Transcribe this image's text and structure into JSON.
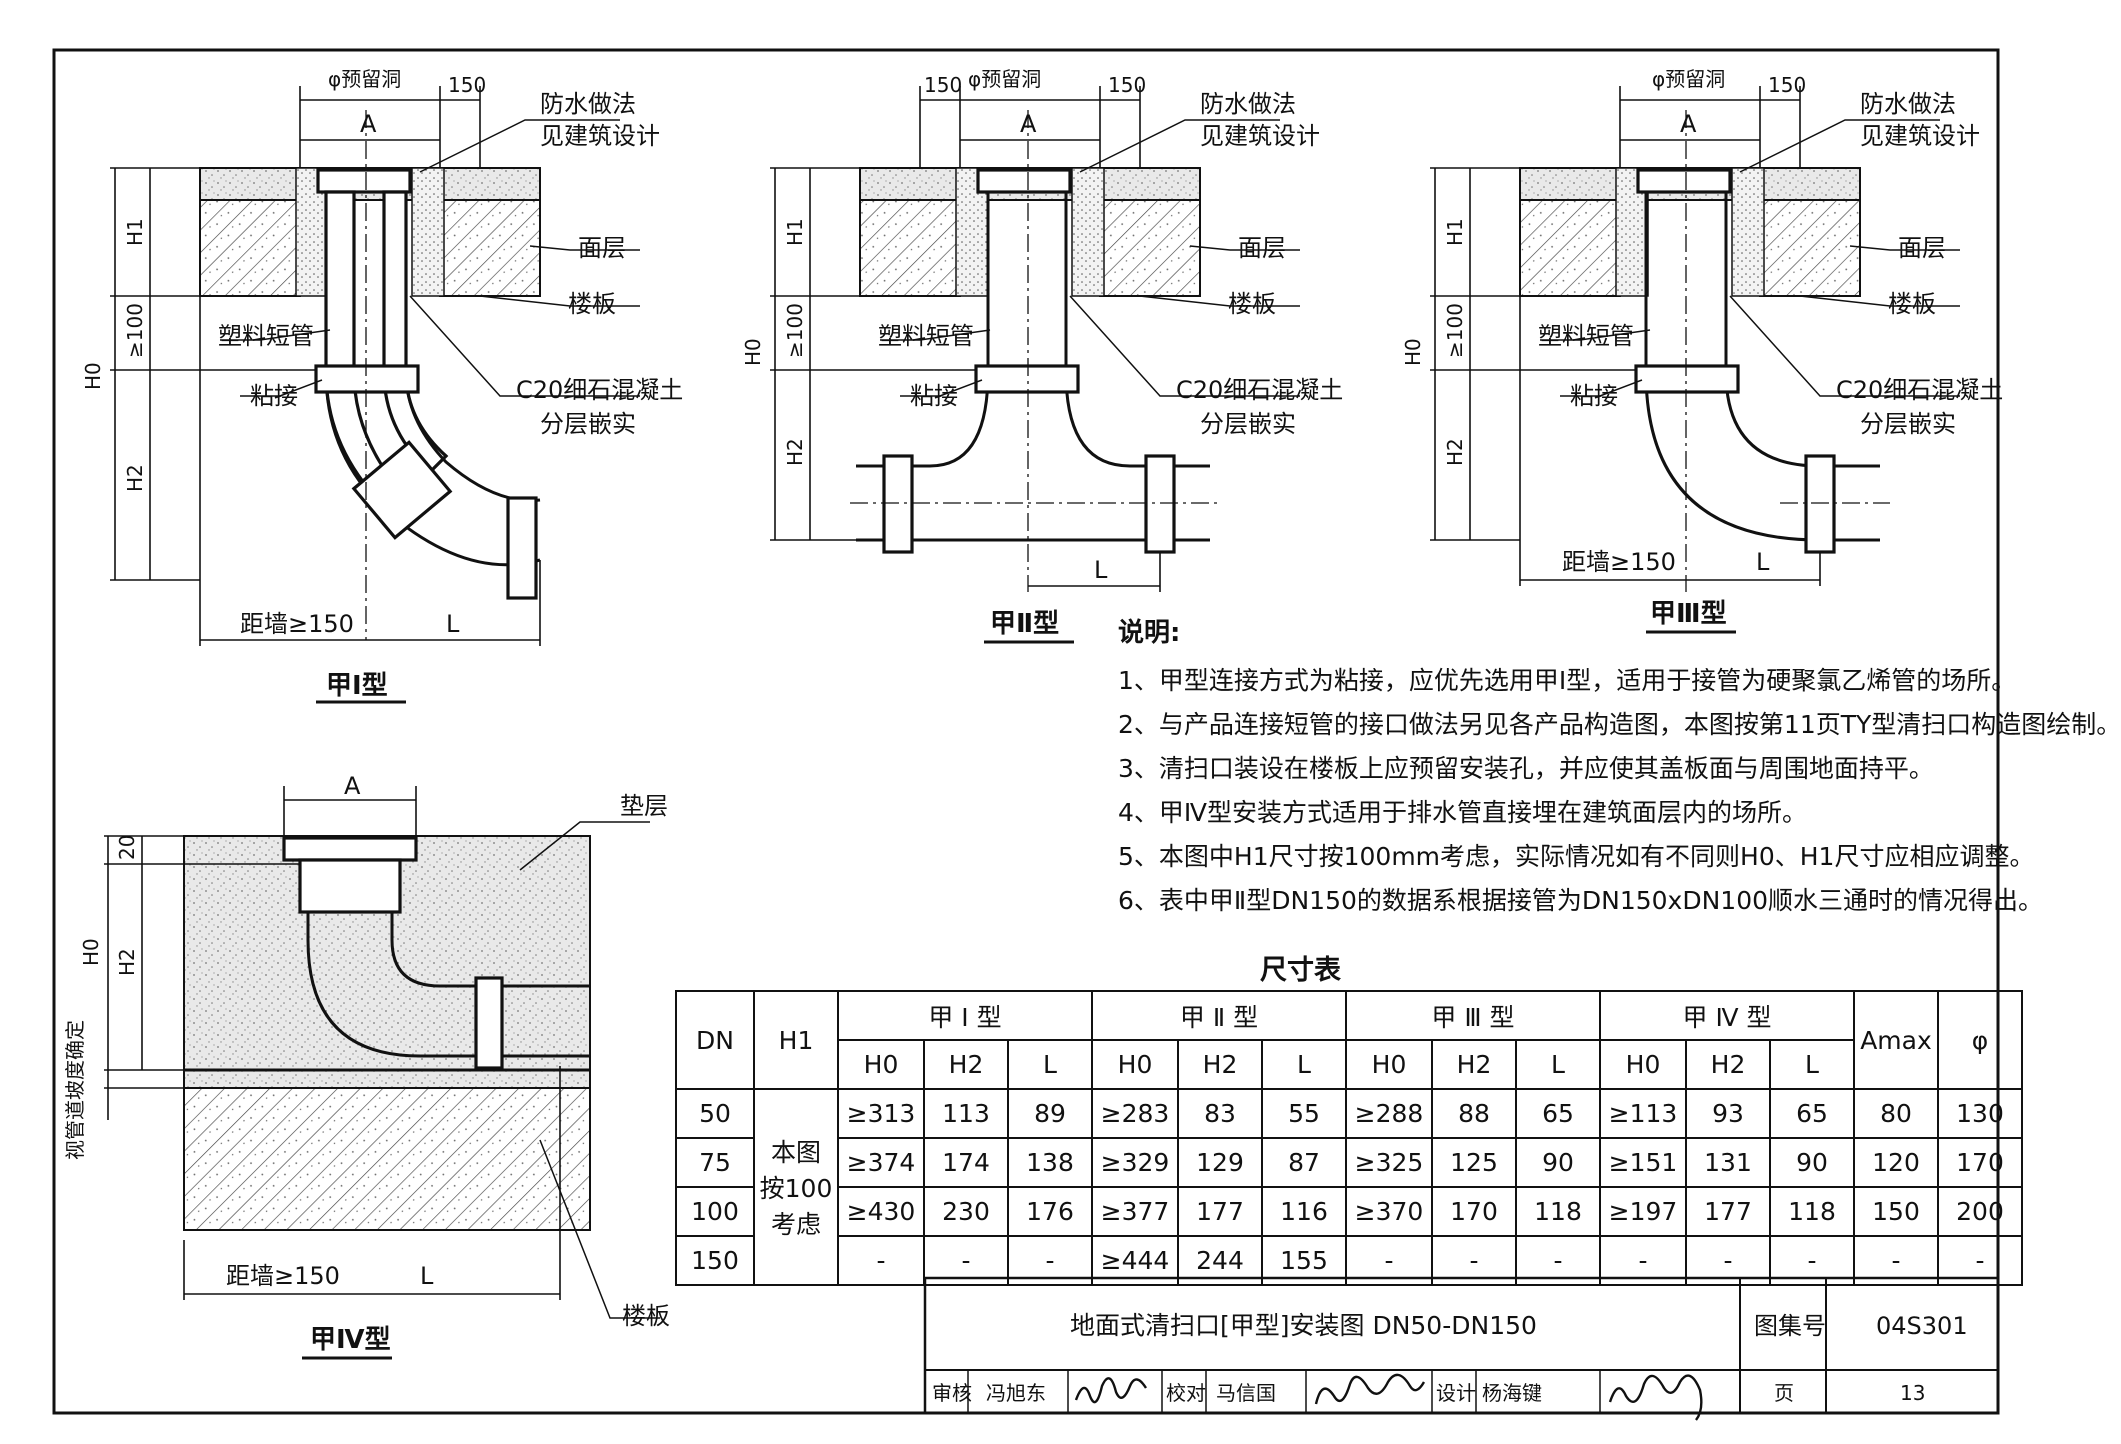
{
  "figures": {
    "type1": {
      "caption": "甲Ⅰ型",
      "labels": {
        "hole": "φ预留洞",
        "a": "A",
        "d150": "150",
        "waterproof_1": "防水做法",
        "waterproof_2": "见建筑设计",
        "surface": "面层",
        "slab": "楼板",
        "stub": "塑料短管",
        "bond": "粘接",
        "fill_1": "C20细石混凝土",
        "fill_2": "分层嵌实",
        "h0": "H0",
        "h1": "H1",
        "h2": "H2",
        "ge100": "≥100",
        "wall": "距墙≥150",
        "l": "L"
      }
    },
    "type2": {
      "caption": "甲Ⅱ型",
      "labels": {
        "d150a": "150",
        "hole": "φ预留洞",
        "d150b": "150",
        "a": "A",
        "waterproof_1": "防水做法",
        "waterproof_2": "见建筑设计",
        "surface": "面层",
        "slab": "楼板",
        "stub": "塑料短管",
        "bond": "粘接",
        "fill_1": "C20细石混凝土",
        "fill_2": "分层嵌实",
        "h0": "H0",
        "h1": "H1",
        "h2": "H2",
        "ge100": "≥100",
        "l": "L"
      }
    },
    "type3": {
      "caption": "甲Ⅲ型",
      "labels": {
        "hole": "φ预留洞",
        "d150": "150",
        "a": "A",
        "waterproof_1": "防水做法",
        "waterproof_2": "见建筑设计",
        "surface": "面层",
        "slab": "楼板",
        "stub": "塑料短管",
        "bond": "粘接",
        "fill_1": "C20细石混凝土",
        "fill_2": "分层嵌实",
        "h0": "H0",
        "h1": "H1",
        "h2": "H2",
        "ge100": "≥100",
        "wall": "距墙≥150",
        "l": "L"
      }
    },
    "type4": {
      "caption": "甲Ⅳ型",
      "labels": {
        "a": "A",
        "cushion": "垫层",
        "d20": "20",
        "h0": "H0",
        "h2": "H2",
        "slope": "视管道坡度确定",
        "wall": "距墙≥150",
        "l": "L",
        "slab": "楼板"
      }
    }
  },
  "notes": {
    "title": "说明:",
    "items": [
      "1、甲型连接方式为粘接，应优先选用甲Ⅰ型，适用于接管为硬聚氯乙烯管的场所。",
      "2、与产品连接短管的接口做法另见各产品构造图，本图按第11页TY型清扫口构造图绘制。",
      "3、清扫口装设在楼板上应预留安装孔，并应使其盖板面与周围地面持平。",
      "4、甲Ⅳ型安装方式适用于排水管直接埋在建筑面层内的场所。",
      "5、本图中H1尺寸按100mm考虑，实际情况如有不同则H0、H1尺寸应相应调整。",
      "6、表中甲Ⅱ型DN150的数据系根据接管为DN150xDN100顺水三通时的情况得出。"
    ]
  },
  "table": {
    "title": "尺寸表",
    "h_dn": "DN",
    "h_h1": "H1",
    "groups": [
      "甲 Ⅰ 型",
      "甲 Ⅱ 型",
      "甲 Ⅲ 型",
      "甲 Ⅳ 型"
    ],
    "sub": [
      "H0",
      "H2",
      "L"
    ],
    "h_amax": "Amax",
    "h_phi": "φ",
    "h1_note": [
      "本图",
      "按100",
      "考虑"
    ],
    "rows": [
      {
        "dn": "50",
        "vals": [
          "≥313",
          "113",
          "89",
          "≥283",
          "83",
          "55",
          "≥288",
          "88",
          "65",
          "≥113",
          "93",
          "65",
          "80",
          "130"
        ]
      },
      {
        "dn": "75",
        "vals": [
          "≥374",
          "174",
          "138",
          "≥329",
          "129",
          "87",
          "≥325",
          "125",
          "90",
          "≥151",
          "131",
          "90",
          "120",
          "170"
        ]
      },
      {
        "dn": "100",
        "vals": [
          "≥430",
          "230",
          "176",
          "≥377",
          "177",
          "116",
          "≥370",
          "170",
          "118",
          "≥197",
          "177",
          "118",
          "150",
          "200"
        ]
      },
      {
        "dn": "150",
        "vals": [
          "-",
          "-",
          "-",
          "≥444",
          "244",
          "155",
          "-",
          "-",
          "-",
          "-",
          "-",
          "-",
          "-",
          "-"
        ]
      }
    ]
  },
  "title_block": {
    "drawing_title": "地面式清扫口[甲型]安装图 DN50-DN150",
    "atlas_label": "图集号",
    "atlas_no": "04S301",
    "review_label": "审核",
    "reviewer": "冯旭东",
    "check_label": "校对",
    "checker": "马信国",
    "design_label": "设计",
    "designer": "杨海键",
    "page_label": "页",
    "page_no": "13"
  }
}
